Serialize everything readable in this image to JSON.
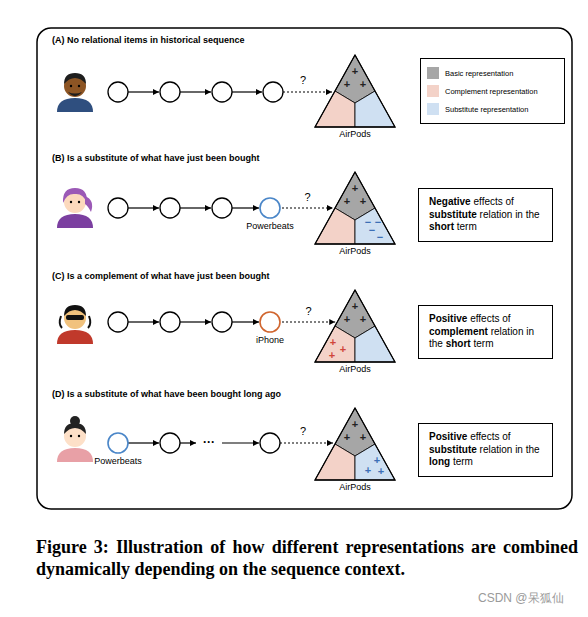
{
  "diagram": {
    "caption": "Figure 3: Illustration of how different representations are combined dynamically depending on the sequence context.",
    "nodes": [
      {
        "text": [
          "AirPods"
        ]
      },
      {
        "text": [
          "Powerbeats"
        ]
      },
      {
        "text": [
          "AirPods"
        ]
      },
      {
        "text": [
          "Negative effects of substitute relation in the short term"
        ]
      },
      {
        "text": [
          "iPhone"
        ]
      },
      {
        "text": [
          "AirPods"
        ]
      },
      {
        "text": [
          "Positive effects of complement relation in the short term"
        ]
      },
      {
        "text": [
          "Powerbeats"
        ]
      },
      {
        "text": [
          "AirPods"
        ]
      },
      {
        "text": [
          "Positive effects of substitute relation in the long term"
        ]
      }
    ],
    "edges": [
      {
        "from": 1,
        "to": 2,
        "arrow": "to",
        "label": "?"
      },
      {
        "from": 4,
        "to": 5,
        "arrow": "to",
        "label": "?"
      }
    ],
    "labels": [
      "(A) No relational items in historical sequence",
      "?",
      "+",
      "+",
      "+",
      "(B) Is a substitute of what have just been bought",
      "+",
      "+",
      "+",
      "−",
      "−",
      "−",
      "−",
      "(C) Is a complement of what have just been bought",
      "+",
      "+",
      "+",
      "+",
      "+",
      "+",
      "(D) Is a substitute of what have been bought long ago",
      "···",
      "?",
      "+",
      "+",
      "+",
      "+",
      "+",
      "+",
      "CSDN @呆狐仙"
    ],
    "legend": [
      {
        "text": "Basic representation",
        "color": "#a6a6a6"
      },
      {
        "text": "Complement representation",
        "color": "#f3d2c8"
      },
      {
        "text": "Substitute representation",
        "color": "#cfe0f2"
      }
    ]
  }
}
